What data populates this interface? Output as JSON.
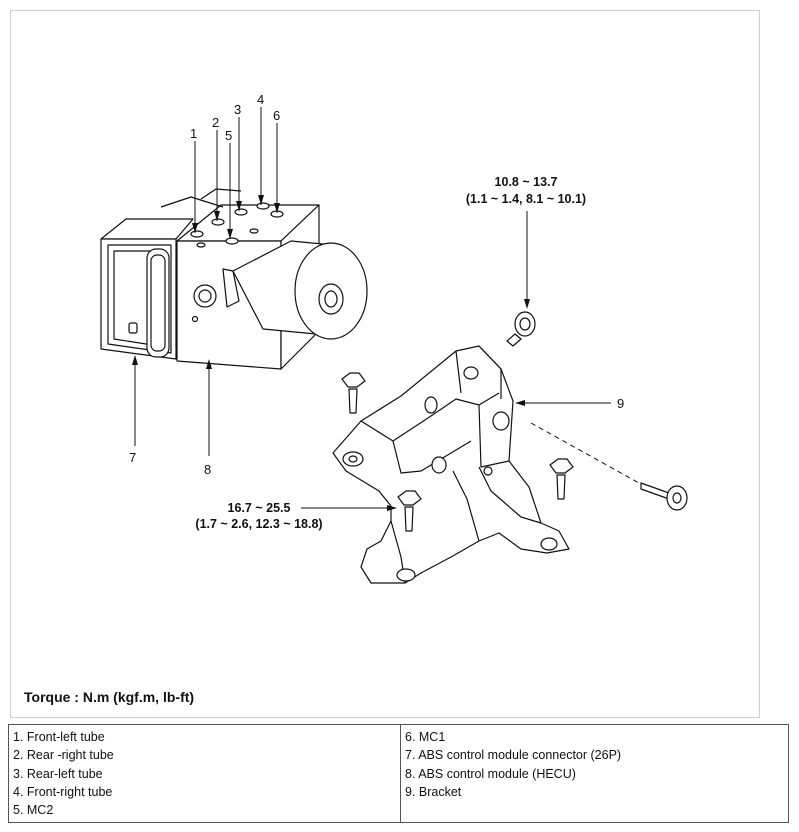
{
  "callouts": {
    "c1": "1",
    "c2": "2",
    "c3": "3",
    "c4": "4",
    "c5": "5",
    "c6": "6",
    "c7": "7",
    "c8": "8",
    "c9": "9"
  },
  "torque_top": {
    "line1": "10.8 ~ 13.7",
    "line2": "(1.1 ~ 1.4, 8.1 ~ 10.1)"
  },
  "torque_bottom": {
    "line1": "16.7 ~ 25.5",
    "line2": "(1.7 ~ 2.6, 12.3 ~ 18.8)"
  },
  "torque_note": "Torque : N.m (kgf.m, lb-ft)",
  "legend": {
    "left": [
      "1. Front-left tube",
      "2. Rear -right tube",
      "3. Rear-left tube",
      "4. Front-right tube",
      "5. MC2"
    ],
    "right": [
      "6. MC1",
      "7. ABS control module connector (26P)",
      "8. ABS control module (HECU)",
      "9. Bracket"
    ]
  }
}
